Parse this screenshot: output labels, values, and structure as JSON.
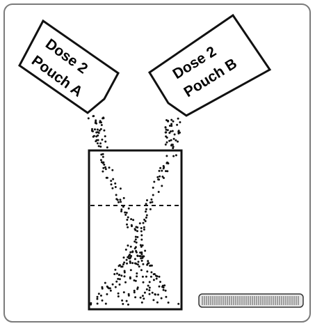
{
  "pouches": [
    {
      "line1": "Dose 2",
      "line2": "Pouch A"
    },
    {
      "line1": "Dose 2",
      "line2": "Pouch B"
    }
  ],
  "colors": {
    "stroke": "#111111",
    "background": "#ffffff",
    "frame": "#7a7a7a",
    "strip_fill": "#e6e6e6",
    "strip_lines": "#555555"
  },
  "icons": {
    "pouch": "pouch-icon",
    "container": "mixing-container-icon",
    "particles": "powder-particles-icon",
    "strip": "test-strip-icon"
  }
}
